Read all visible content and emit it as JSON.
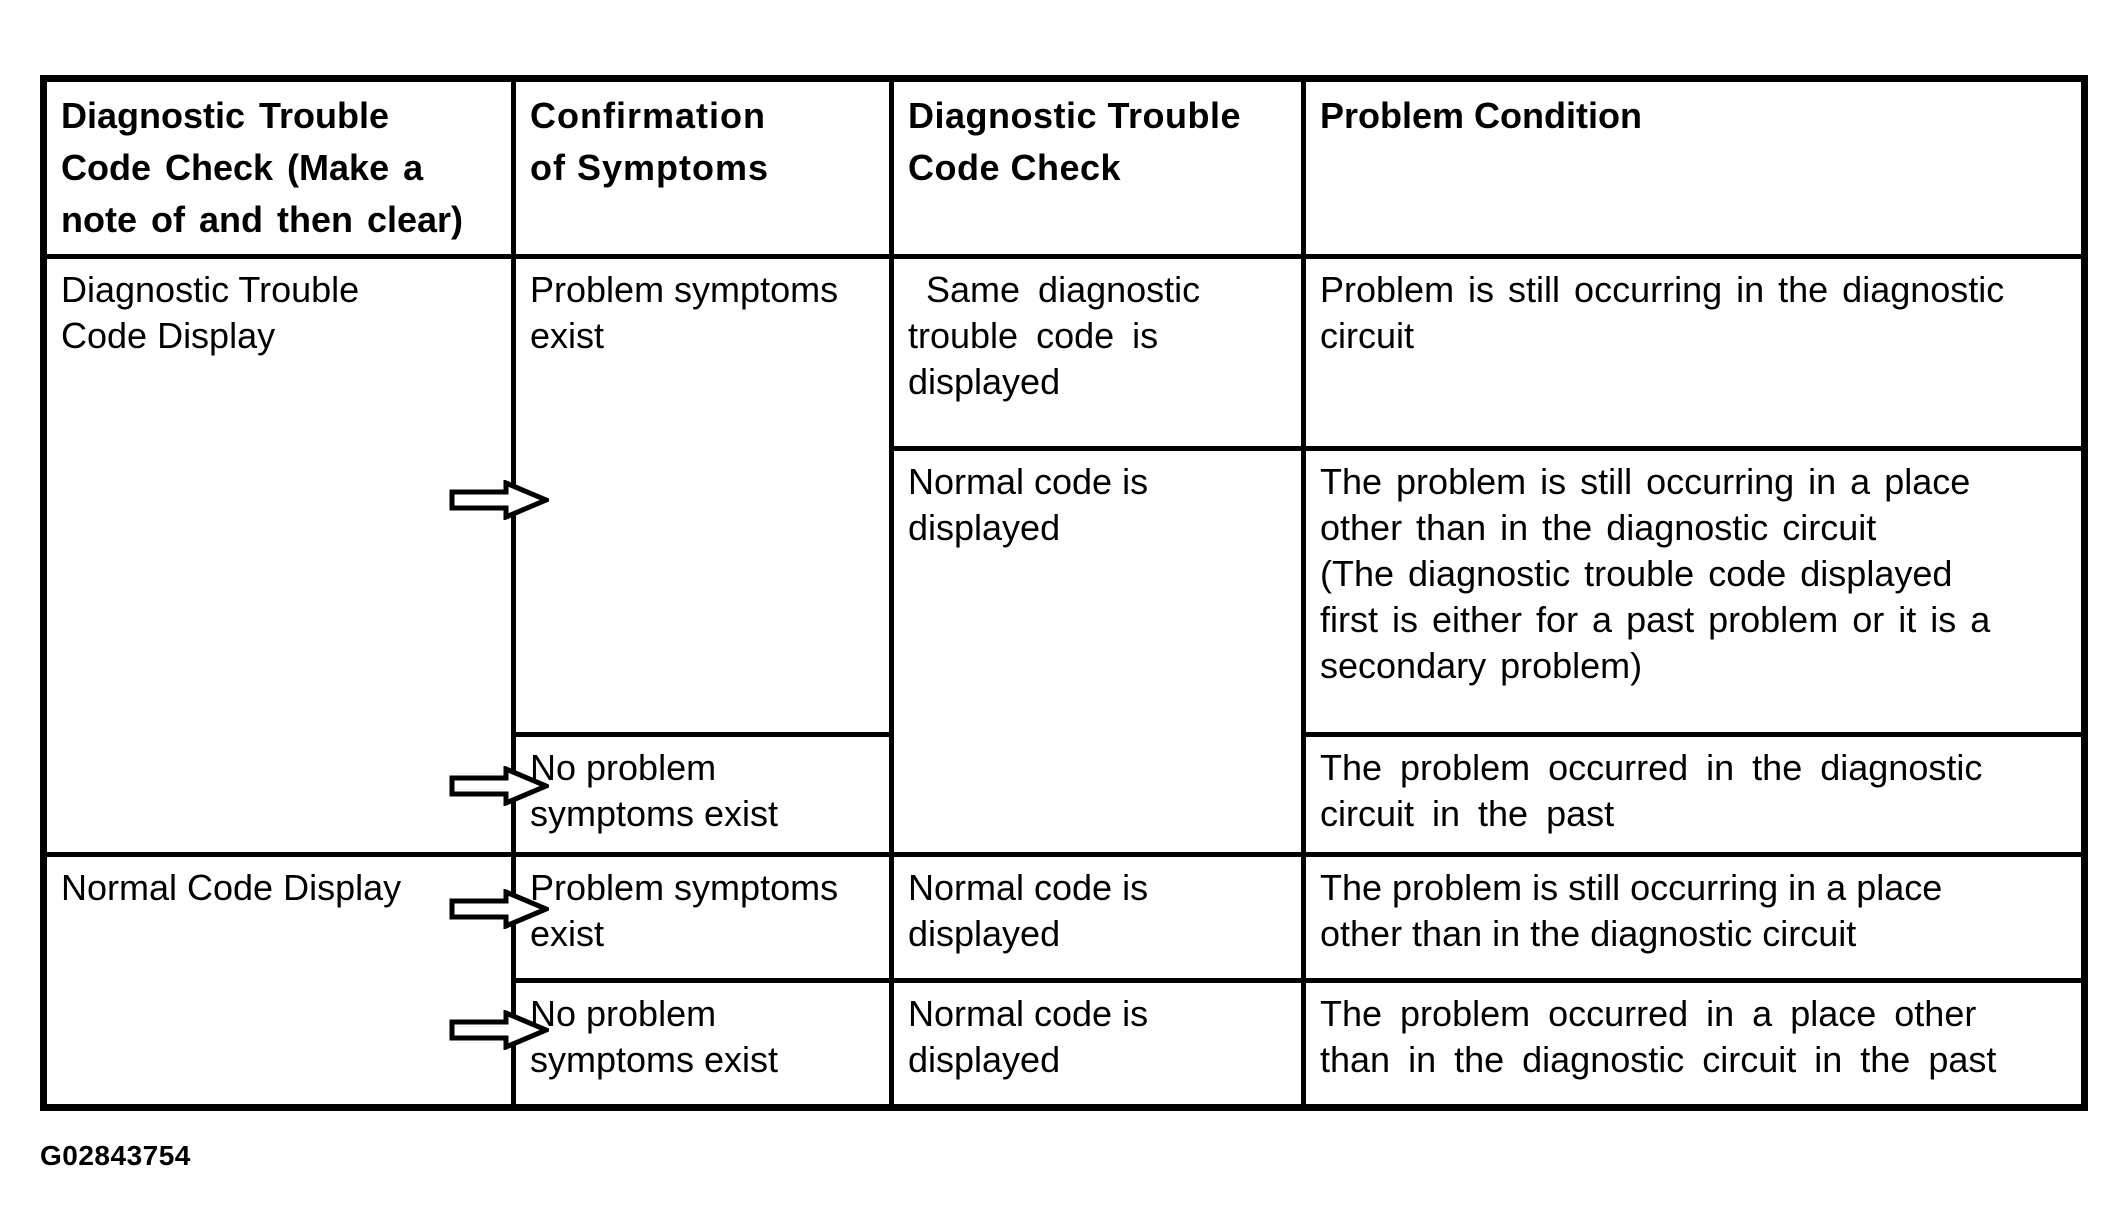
{
  "document": {
    "figure_id": "G02843754",
    "icons": {
      "row_pointer": "right-arrow",
      "row_pointer_count": 4
    },
    "table": {
      "headers": {
        "c1": "Diagnostic Trouble\nCode Check (Make a\nnote of and then clear)",
        "c2": "Confirmation\nof Symptoms",
        "c3": "Diagnostic Trouble\nCode Check",
        "c4": "Problem Condition"
      },
      "cells": {
        "r1c1": "Diagnostic Trouble\nCode Display",
        "r1c2": "Problem symptoms\nexist",
        "r1c3": " Same diagnostic\ntrouble code is\ndisplayed",
        "r1c4": "Problem is still occurring in the diagnostic\ncircuit",
        "r2c3": "Normal code is\ndisplayed",
        "r2c4": "The problem is still occurring in a place\nother than in the diagnostic circuit\n(The diagnostic trouble code displayed\nfirst is either for a past problem or it is a\nsecondary problem)",
        "r3c2": "No problem\nsymptoms exist",
        "r3c4": "The problem occurred in the diagnostic\ncircuit in the past",
        "r4c1": "Normal Code Display",
        "r4c2": "Problem symptoms\nexist",
        "r4c3": "Normal code is\ndisplayed",
        "r4c4": "The problem is still occurring in a place\nother than in the diagnostic circuit",
        "r5c2": "No problem\nsymptoms exist",
        "r5c3": "Normal code is\ndisplayed",
        "r5c4": "The problem occurred in a place other\nthan in the diagnostic circuit in the past"
      }
    }
  }
}
